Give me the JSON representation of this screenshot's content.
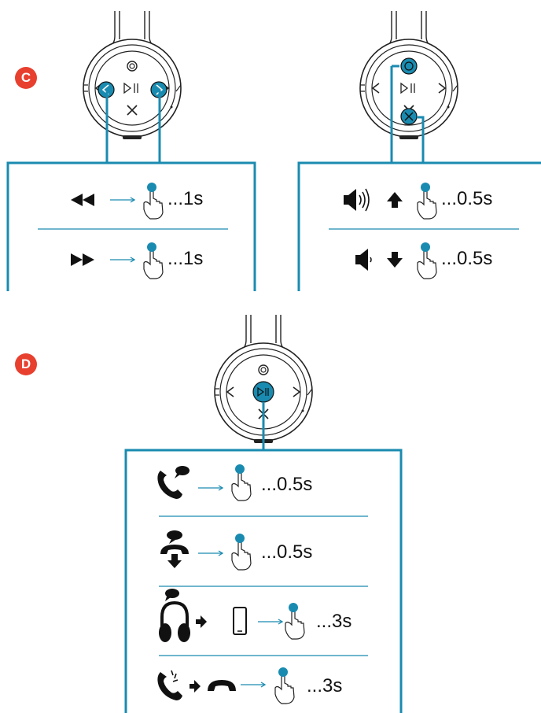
{
  "sections": [
    {
      "id": "C",
      "label": "C",
      "panels": [
        {
          "name": "track-skip",
          "rows": [
            {
              "action": "previous-track",
              "duration": "...1s"
            },
            {
              "action": "next-track",
              "duration": "...1s"
            }
          ]
        },
        {
          "name": "volume",
          "rows": [
            {
              "action": "volume-up",
              "duration": "...0.5s"
            },
            {
              "action": "volume-down",
              "duration": "...0.5s"
            }
          ]
        }
      ]
    },
    {
      "id": "D",
      "label": "D",
      "panels": [
        {
          "name": "call-control",
          "rows": [
            {
              "action": "answer-call",
              "duration": "...0.5s"
            },
            {
              "action": "end-call",
              "duration": "...0.5s"
            },
            {
              "action": "transfer-audio-to-phone",
              "duration": "...3s"
            },
            {
              "action": "reject-call",
              "duration": "...3s"
            }
          ]
        }
      ]
    }
  ],
  "colors": {
    "accent": "#1a8bb0",
    "badge": "#e8402f",
    "ink": "#111111"
  }
}
